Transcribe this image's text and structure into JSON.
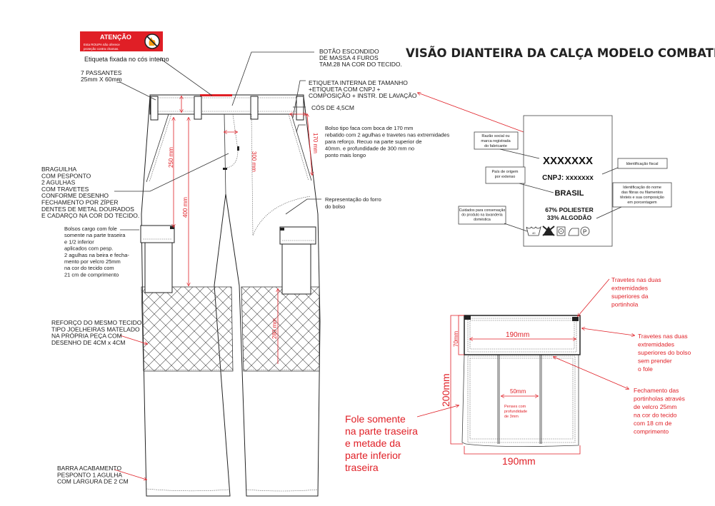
{
  "title": "VISÃO DIANTEIRA DA CALÇA MODELO COMBATE",
  "warning_label": {
    "heading": "ATENÇÃO",
    "lines": [
      "Esta ROUPA não oferece",
      "proteção contra chamas."
    ],
    "icon": "no-fire-icon",
    "color": "#e01f26"
  },
  "annotations": {
    "etiqueta_cos": [
      "Etiqueta fixada no cós interno"
    ],
    "passantes": [
      "7 PASSANTES",
      "25mm X 60mm"
    ],
    "botao": [
      "BOTÃO ESCONDIDO",
      "DE MASSA 4 FUROS",
      "TAM.28 NA COR DO TECIDO."
    ],
    "etiqueta_interna": [
      "ETIQUETA INTERNA DE TAMANHO",
      "+ETIQUETA COM  CNPJ +",
      "COMPOSIÇÃO + INSTR. DE LAVAÇÃO"
    ],
    "cos": [
      "CÓS DE 4,5CM"
    ],
    "bolso_faca": [
      "Bolso tipo faca com boca de 170 mm",
      "rebatido com 2 agulhas e travetes nas extremidades",
      "para reforço. Recuo na parte superior de",
      "40mm. e profundidade de 300 mm no",
      "ponto mais longo"
    ],
    "forro": [
      "Representação do forro",
      "do bolso"
    ],
    "braguilha": [
      "BRAGUILHA",
      "COM PESPONTO",
      "2 AGULHAS",
      "COM TRAVETES",
      "CONFORME DESENHO",
      "FECHAMENTO POR ZÍPER",
      "DENTES DE METAL DOURADOS",
      "E CADARÇO NA COR DO TECIDO."
    ],
    "bolsos_cargo": [
      "Bolsos cargo com fole",
      "somente na parte traseira",
      "e 1/2 inferior",
      "aplicados com pesp.",
      "2 agulhas na beira e fecha-",
      "mento por velcro 25mm",
      "na cor do tecido com",
      "21 cm de comprimento"
    ],
    "reforco": [
      "REFORÇO DO MESMO TECIDO",
      "TIPO JOELHEIRAS MATELADO",
      "NA PRÓPRIA PEÇA COM",
      "DESENHO DE 4CM x 4CM"
    ],
    "barra": [
      "BARRA ACABAMENTO",
      "PESPONTO 1 AGULHA",
      "COM LARGURA DE 2 CM"
    ]
  },
  "dimensions": {
    "d250": "250 mm",
    "d400": "400 mm",
    "d300": "300 mm",
    "d170": "170 mm",
    "d280": "280 mm"
  },
  "care_label": {
    "brand": "XXXXXXX",
    "cnpj": "CNPJ: xxxxxxx",
    "country": "BRASIL",
    "composition": [
      "67% POLIESTER",
      "33% ALGODÃO"
    ],
    "wash_temp": "40",
    "callouts": {
      "razao": [
        "Razão social ou",
        "marca registrada",
        "do fabricante"
      ],
      "fiscal": [
        "Identificação fiscal"
      ],
      "pais": [
        "País de origem",
        "por extenso"
      ],
      "fibras": [
        "Identificação do nome",
        "das fibras ou filamentos",
        "têxteis e sua composição",
        "em porcentagem"
      ],
      "cuidados": [
        "Cuidados para conservação",
        "do produto na lavanderia",
        "doméstica"
      ]
    },
    "care_icons": [
      "wash-40-icon",
      "no-bleach-icon",
      "tumble-dry-icon",
      "iron-icon",
      "dry-clean-p-icon"
    ]
  },
  "pocket_detail": {
    "flap_width": "190mm",
    "flap_height": "70mm",
    "pocket_height": "200mm",
    "pocket_width": "190mm",
    "pleat_width": "50mm",
    "pleat_note": [
      "Penses com",
      "profundidade",
      "de 3mm"
    ],
    "notes": {
      "travetes_portinhola": [
        "Travetes nas duas",
        "extremidades",
        "superiores da",
        "portinhola"
      ],
      "travetes_bolso": [
        "Travetes nas duas",
        "extremidades",
        "superiores do bolso",
        "sem prender",
        "o fole"
      ],
      "fechamento": [
        "Fechamento das",
        "portinholas através",
        "de velcro 25mm",
        "na cor do tecido",
        "com 18 cm de",
        "comprimento"
      ],
      "fole": [
        "Fole somente",
        "na parte traseira",
        "e metade da",
        "parte inferior",
        "traseira"
      ]
    }
  }
}
